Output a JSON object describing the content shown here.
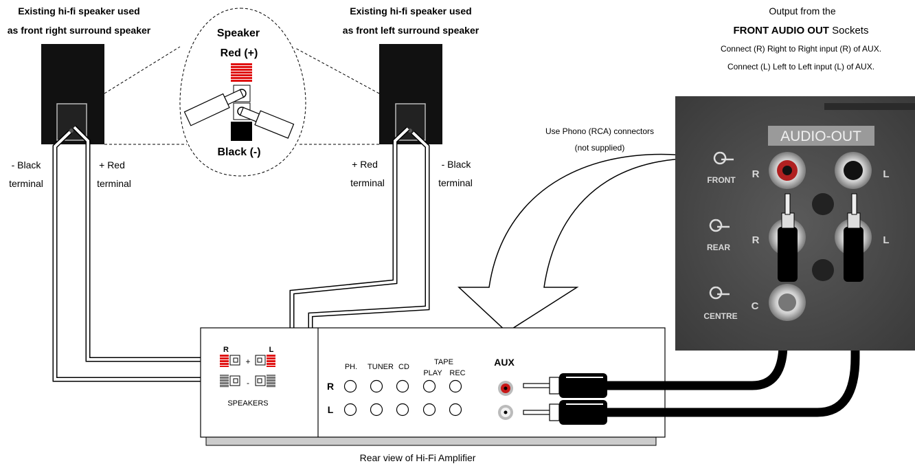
{
  "speaker_right": {
    "line1": "Existing hi-fi speaker used",
    "line2": "as front right surround speaker",
    "black_line1": "- Black",
    "black_line2": "terminal",
    "red_line1": "+ Red",
    "red_line2": "terminal"
  },
  "speaker_left": {
    "line1": "Existing hi-fi speaker used",
    "line2": "as front left surround speaker",
    "red_line1": "+ Red",
    "red_line2": "terminal",
    "black_line1": "- Black",
    "black_line2": "terminal"
  },
  "detail": {
    "title": "Speaker",
    "red": "Red (+)",
    "black": "Black (-)"
  },
  "output": {
    "line1": "Output from the",
    "line2_bold": "FRONT AUDIO OUT",
    "line2_rest": " Sockets",
    "line3": "Connect (R) Right to Right input (R) of AUX.",
    "line4": "Connect (L) Left to Left input (L) of AUX."
  },
  "phono_note": {
    "line1": "Use Phono (RCA) connectors",
    "line2": "(not supplied)"
  },
  "amp": {
    "caption": "Rear view of Hi-Fi Amplifier",
    "speakers_label": "SPEAKERS",
    "r": "R",
    "l": "L",
    "plus": "+",
    "minus": "-",
    "inputs": [
      "PH.",
      "TUNER",
      "CD",
      "PLAY",
      "REC"
    ],
    "tape": "TAPE",
    "aux": "AUX",
    "row_r": "R",
    "row_l": "L"
  },
  "panel": {
    "title": "AUDIO-OUT",
    "front": "FRONT",
    "rear": "REAR",
    "centre": "CENTRE",
    "r1": "R",
    "l1": "L",
    "r2": "R",
    "l2": "L",
    "c": "C"
  },
  "colors": {
    "red_terminal": "#e01010",
    "black_terminal": "#000000",
    "panel_bg": "#4a4a4a"
  }
}
